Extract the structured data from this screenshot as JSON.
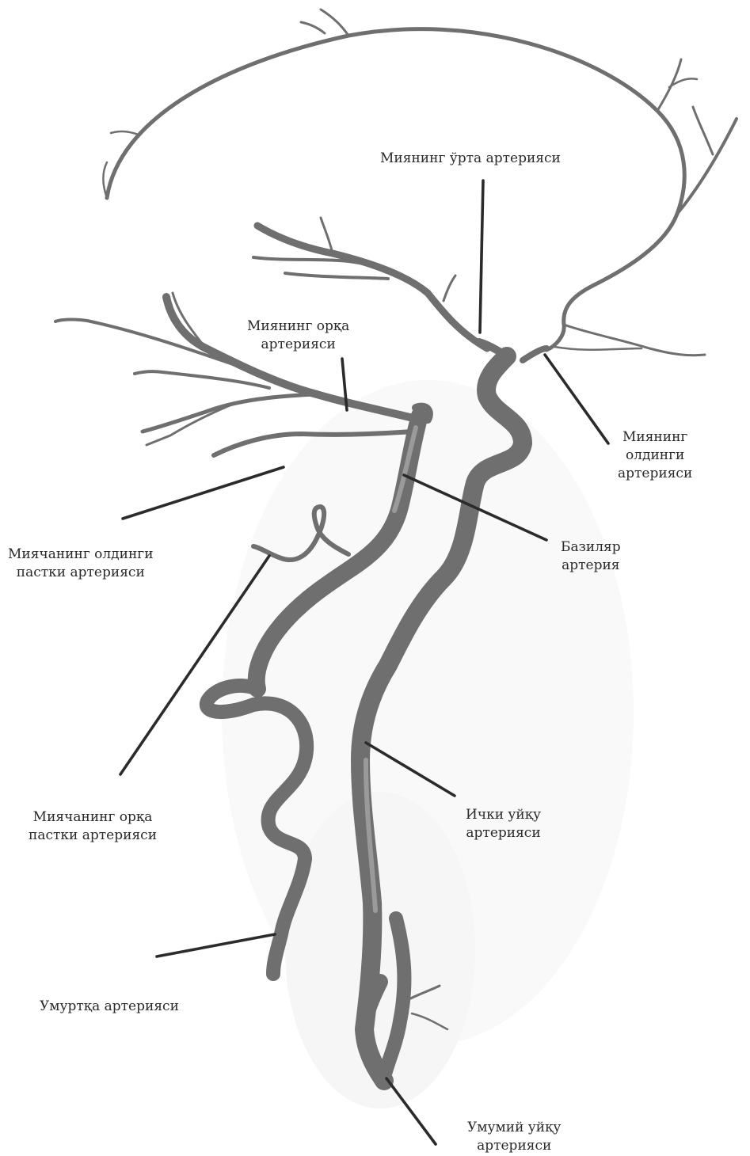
{
  "labels": {
    "middle_cerebral": [
      "Миянинг ўрта артерияси"
    ],
    "posterior_cerebral": [
      "Миянинг орқа",
      "артерияси"
    ],
    "anterior_cerebral": [
      "Миянинг",
      "олдинги",
      "артерияси"
    ],
    "basilar": [
      "Базиляр",
      "артерия"
    ],
    "aica": [
      "Миячанинг олдинги",
      "пастки артерияси"
    ],
    "pica": [
      "Миячанинг орқа",
      "пастки артерияси"
    ],
    "internal_carotid": [
      "Ички уйқу",
      "артерияси"
    ],
    "vertebral": [
      "Умуртқа артерияси"
    ],
    "common_carotid": [
      "Умумий уйқу",
      "артерияси"
    ]
  },
  "colors": {
    "vessel": "#6f6f6f",
    "vessel_highlight": "#9a9a9a",
    "leader": "#2b2b2b",
    "text": "#2a2a2a",
    "background": "#ffffff"
  }
}
